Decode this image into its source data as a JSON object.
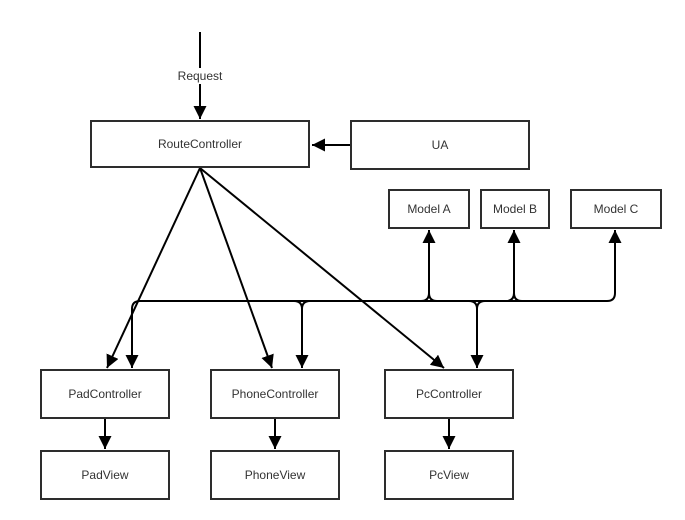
{
  "diagram": {
    "type": "flowchart",
    "colors": {
      "background": "#ffffff",
      "connector": "#000000",
      "node_border": "#2d2d2d",
      "node_fill": "#ffffff",
      "text": "#333333"
    },
    "nodes": {
      "route_controller": {
        "label": "RouteController"
      },
      "ua": {
        "label": "UA"
      },
      "model_a": {
        "label": "Model A"
      },
      "model_b": {
        "label": "Model B"
      },
      "model_c": {
        "label": "Model C"
      },
      "pad_controller": {
        "label": "PadController"
      },
      "phone_controller": {
        "label": "PhoneController"
      },
      "pc_controller": {
        "label": "PcController"
      },
      "pad_view": {
        "label": "PadView"
      },
      "phone_view": {
        "label": "PhoneView"
      },
      "pc_view": {
        "label": "PcView"
      }
    },
    "edge_labels": {
      "request": "Request"
    },
    "edges": [
      {
        "from": "Request",
        "to": "RouteController",
        "direction": "down"
      },
      {
        "from": "UA",
        "to": "RouteController",
        "direction": "left"
      },
      {
        "from": "RouteController",
        "to": "PadController",
        "direction": "diagonal-down"
      },
      {
        "from": "RouteController",
        "to": "PhoneController",
        "direction": "diagonal-down"
      },
      {
        "from": "RouteController",
        "to": "PcController",
        "direction": "diagonal-down"
      },
      {
        "from": "shared-bus",
        "to": "PadController",
        "direction": "down"
      },
      {
        "from": "shared-bus",
        "to": "PhoneController",
        "direction": "down"
      },
      {
        "from": "shared-bus",
        "to": "PcController",
        "direction": "down"
      },
      {
        "from": "shared-bus",
        "to": "Model A",
        "direction": "up"
      },
      {
        "from": "shared-bus",
        "to": "Model B",
        "direction": "up"
      },
      {
        "from": "shared-bus",
        "to": "Model C",
        "direction": "up"
      },
      {
        "from": "PadController",
        "to": "PadView",
        "direction": "down"
      },
      {
        "from": "PhoneController",
        "to": "PhoneView",
        "direction": "down"
      },
      {
        "from": "PcController",
        "to": "PcView",
        "direction": "down"
      }
    ]
  }
}
